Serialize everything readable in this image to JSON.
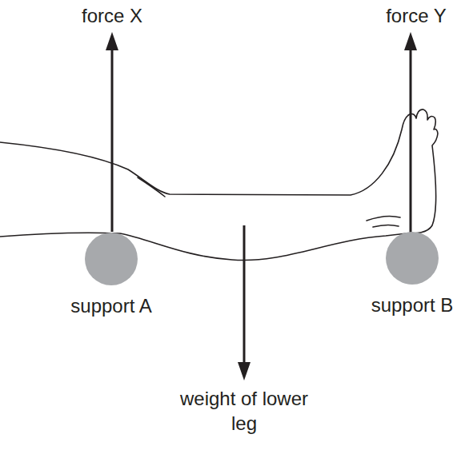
{
  "diagram": {
    "nodes": [
      {
        "text": [
          "support A"
        ]
      },
      {
        "text": [
          "support B"
        ]
      }
    ],
    "labels": [
      "force X",
      "force Y",
      "weight of lower leg"
    ]
  }
}
